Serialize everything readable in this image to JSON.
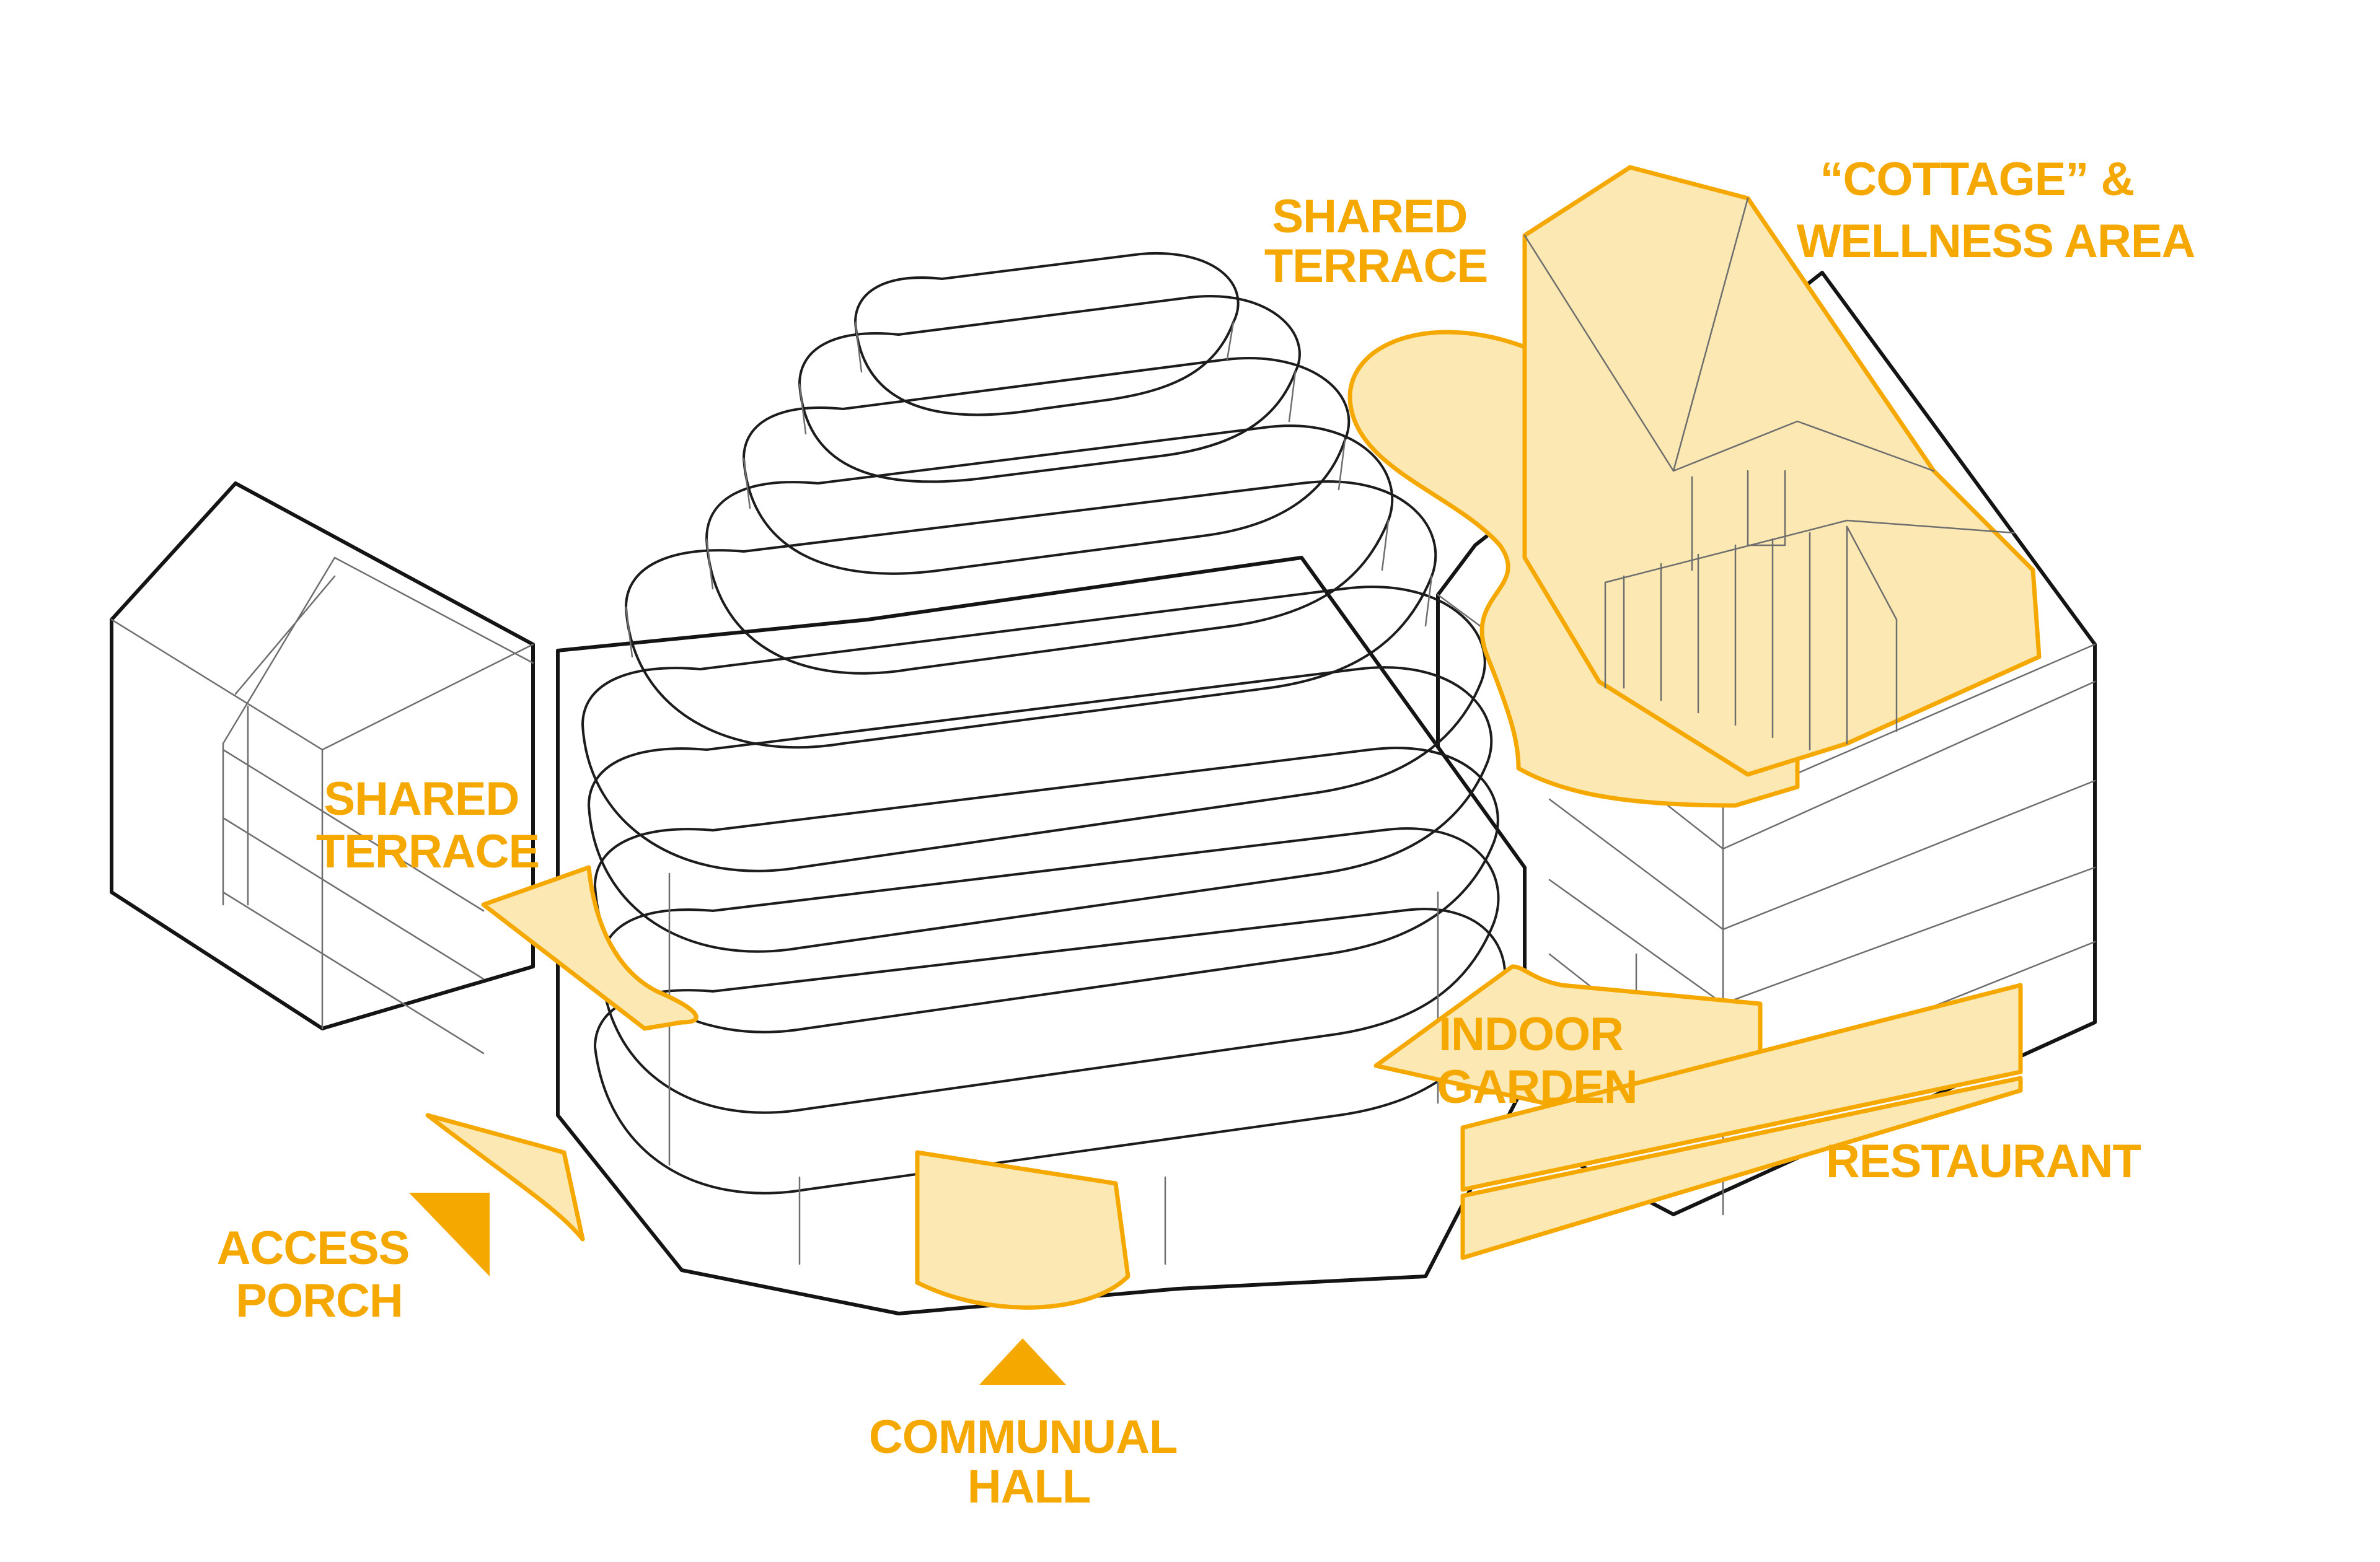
{
  "colors": {
    "accent": "#F5A800",
    "highlight_fill": "#FCE8B2",
    "outline": "#141414",
    "line": "#6E6E6E",
    "background": "#FFFFFF"
  },
  "labels": {
    "shared_terrace_top": [
      "SHARED",
      "TERRACE"
    ],
    "cottage_wellness": [
      "“COTTAGE” &",
      "WELLNESS AREA"
    ],
    "shared_terrace_left": [
      "SHARED",
      "TERRACE"
    ],
    "indoor_garden": [
      "INDOOR",
      "GARDEN"
    ],
    "restaurant": [
      "RESTAURANT"
    ],
    "access_porch": [
      "ACCESS",
      "PORCH"
    ],
    "communal_hall": [
      "COMMUNUAL",
      "HALL"
    ]
  }
}
